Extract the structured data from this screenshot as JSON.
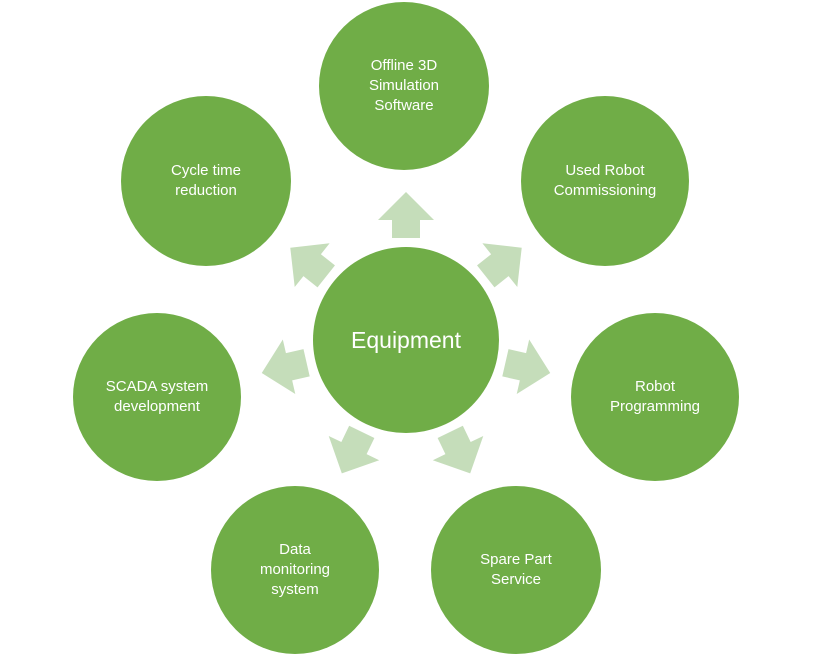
{
  "diagram": {
    "colors": {
      "node_fill": "#70AD47",
      "arrow_fill": "#C5DDBA",
      "text": "#FFFFFF"
    },
    "center": {
      "label": "Equipment"
    },
    "nodes": [
      {
        "id": "offline",
        "label": "Offline 3D\nSimulation\nSoftware"
      },
      {
        "id": "used",
        "label": "Used Robot\nCommissioning"
      },
      {
        "id": "robotprog",
        "label": "Robot\nProgramming"
      },
      {
        "id": "spare",
        "label": "Spare Part\nService"
      },
      {
        "id": "data",
        "label": "Data\nmonitoring\nsystem"
      },
      {
        "id": "scada",
        "label": "SCADA system\ndevelopment"
      },
      {
        "id": "cycle",
        "label": "Cycle time\nreduction"
      }
    ],
    "arrow_icon": "block-arrow-outward"
  }
}
